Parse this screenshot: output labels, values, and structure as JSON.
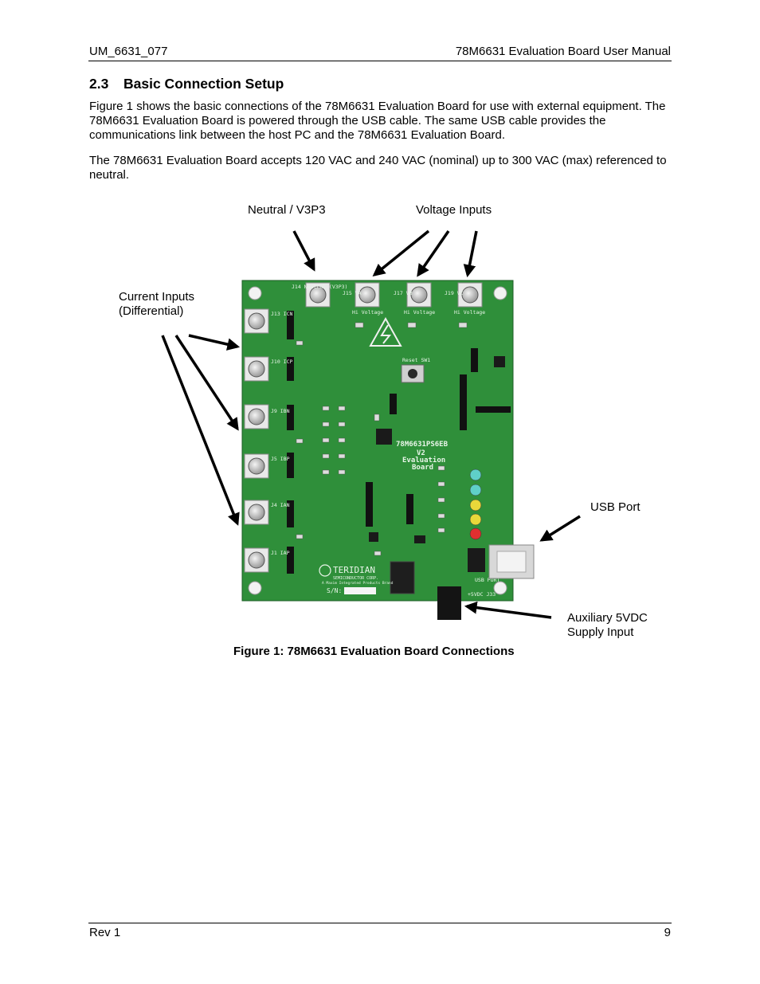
{
  "header": {
    "left": "UM_6631_077",
    "right": "78M6631 Evaluation Board User Manual"
  },
  "section": {
    "number": "2.3",
    "title": "Basic Connection Setup"
  },
  "paragraphs": [
    "Figure 1 shows the basic connections of the 78M6631 Evaluation Board for use with external equipment. The 78M6631 Evaluation Board is powered through the USB cable. The same USB cable provides the communications link between the host PC and the 78M6631 Evaluation Board.",
    "The 78M6631 Evaluation Board accepts 120 VAC and 240 VAC (nominal) up to 300 VAC (max) referenced to neutral."
  ],
  "figure": {
    "labels": {
      "neutral": "Neutral / V3P3",
      "voltage": "Voltage Inputs",
      "current_line1": "Current Inputs",
      "current_line2": "(Differential)",
      "usb": "USB Port",
      "aux_line1": "Auxiliary 5VDC",
      "aux_line2": "Supply Input"
    },
    "board": {
      "part": "78M6631PS6EB",
      "version": "V2",
      "title_line1": "Evaluation",
      "title_line2": "Board",
      "logo": "TERIDIAN",
      "logo_sub": "SEMICONDUCTOR CORP.",
      "logo_tag": "A Maxim Integrated Products Brand",
      "serial": "S/N:",
      "neutral_jack": "J14 Neutral (V3P3)",
      "hi_voltage": "Hi Voltage",
      "reset": "Reset SW1",
      "usb_port": "USB PORT",
      "supply": "+5VDC J33",
      "j15": "J15 VA",
      "j17": "J17 VB",
      "j19": "J19 VC",
      "j13": "J13 ICN",
      "j10": "J10 ICP",
      "j9": "J9 IBN",
      "j5": "J5 IBP",
      "j4": "J4 IAN",
      "j1": "J1 IAP",
      "led_colors": [
        "#5fd0c8",
        "#5fd0c8",
        "#e8d83a",
        "#e8d83a",
        "#e03030"
      ],
      "pcb_color": "#2f8f3a"
    }
  },
  "caption": "Figure 1: 78M6631 Evaluation Board Connections",
  "footer": {
    "left": "Rev 1",
    "right": "9"
  }
}
